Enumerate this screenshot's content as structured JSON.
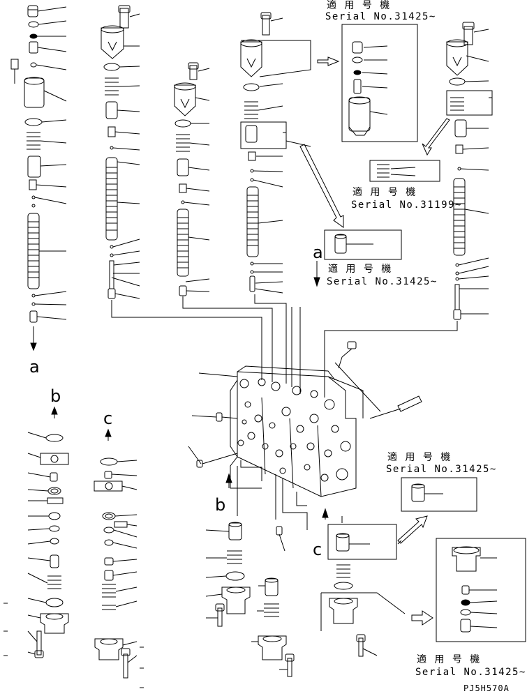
{
  "serial_notes": {
    "n1": {
      "jp": "適 用 号 機",
      "serial": "Serial No.31425~"
    },
    "n2": {
      "jp": "適 用 号 機",
      "serial": "Serial No.31199~"
    },
    "n3": {
      "jp": "適 用 号 機",
      "serial": "Serial No.31425~"
    },
    "n4": {
      "jp": "適 用 号 機",
      "serial": "Serial No.31425~"
    },
    "n5": {
      "jp": "適 用 号 機",
      "serial": "Serial No.31425~"
    }
  },
  "flow_letters": {
    "a_top": "a",
    "a_bottom": "a",
    "b_top": "b",
    "b_bottom": "b",
    "c_top": "c",
    "c_bottom": "c"
  },
  "drawing_code": "PJ5H570A"
}
